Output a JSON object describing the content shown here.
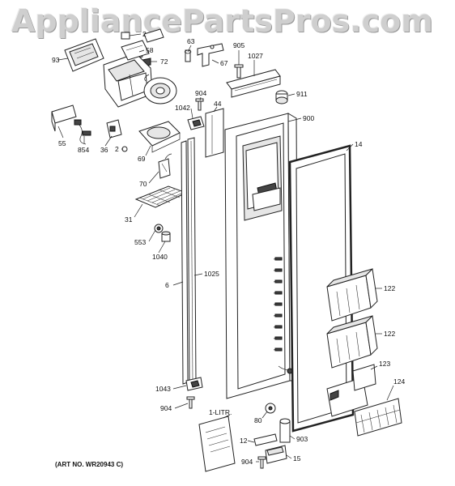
{
  "watermark": "AppliancePartsPros.com",
  "art_number": "(ART NO. WR20943 C)",
  "callouts": {
    "c93": "93",
    "c2a": "2",
    "c58": "58",
    "c72": "72",
    "c63": "63",
    "c67": "67",
    "c905": "905",
    "c1027": "1027",
    "c911": "911",
    "c904a": "904",
    "c1042": "1042",
    "c44": "44",
    "c900": "900",
    "c55": "55",
    "c854": "854",
    "c36": "36",
    "c2b": "2",
    "c69": "69",
    "c14": "14",
    "c70": "70",
    "c31": "31",
    "c553": "553",
    "c1040": "1040",
    "c6": "6",
    "c1025": "1025",
    "c122a": "122",
    "c122b": "122",
    "c123": "123",
    "c124": "124",
    "c1043": "1043",
    "c904b": "904",
    "c1litr": "1-LITR.",
    "c80": "80",
    "c12": "12",
    "c903": "903",
    "c904c": "904",
    "c15": "15"
  }
}
